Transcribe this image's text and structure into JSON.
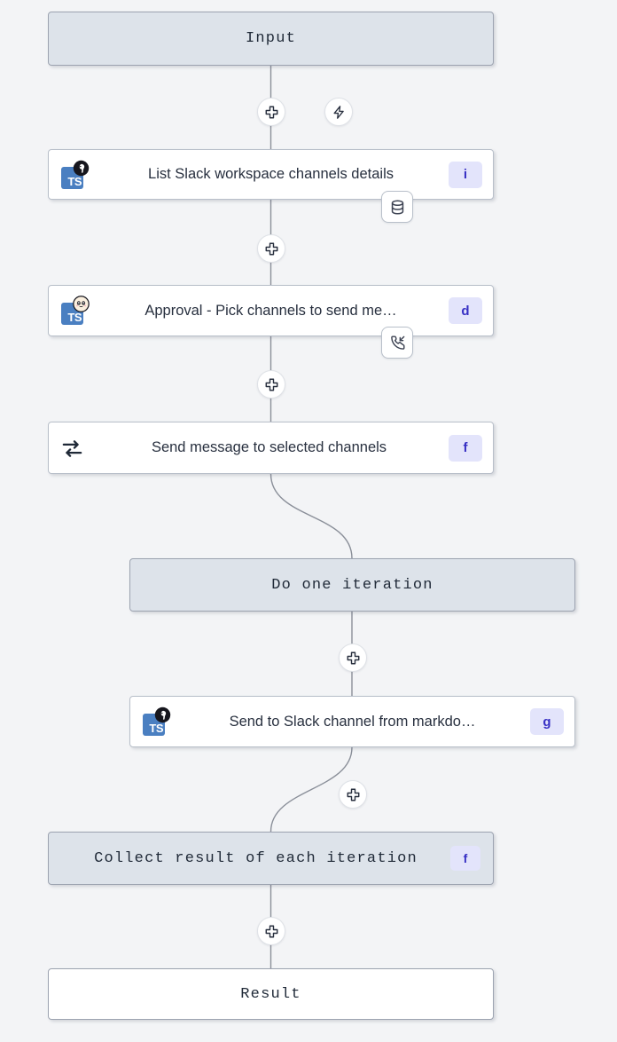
{
  "canvas": {
    "background": "#f3f4f6",
    "edge_color": "#8a8f99",
    "terminal_fill": "#dde3ea",
    "node_fill": "#ffffff",
    "badge_bg": "#e3e4fb",
    "badge_fg": "#3730c4",
    "ts_blue": "#4a7fc1"
  },
  "nodes": {
    "input": {
      "label": "Input"
    },
    "list_channels": {
      "label": "List Slack workspace channels details",
      "id_badge": "i",
      "lang": "TS",
      "runtime_icon": "deno-icon",
      "sub_badge": "database-icon"
    },
    "approval": {
      "label": "Approval - Pick channels to send me…",
      "id_badge": "d",
      "lang": "TS",
      "runtime_icon": "bun-icon",
      "sub_badge": "phone-incoming-icon"
    },
    "forloop": {
      "label": "Send message to selected channels",
      "id_badge": "f",
      "icon": "loop-icon"
    },
    "iteration": {
      "label": "Do one iteration"
    },
    "send_markdown": {
      "label": "Send to Slack channel from markdo…",
      "id_badge": "g",
      "lang": "TS",
      "runtime_icon": "deno-icon"
    },
    "collect": {
      "label": "Collect result of each iteration",
      "id_badge": "f"
    },
    "result": {
      "label": "Result"
    }
  },
  "handles": [
    {
      "name": "add-step-after-input",
      "icon": "plus-icon"
    },
    {
      "name": "add-trigger-after-input",
      "icon": "zap-icon"
    },
    {
      "name": "add-step-after-list",
      "icon": "plus-icon"
    },
    {
      "name": "add-step-after-approval",
      "icon": "plus-icon"
    },
    {
      "name": "add-step-after-iteration",
      "icon": "plus-icon"
    },
    {
      "name": "add-step-after-send-markdown",
      "icon": "plus-icon"
    },
    {
      "name": "add-step-after-collect",
      "icon": "plus-icon"
    }
  ]
}
